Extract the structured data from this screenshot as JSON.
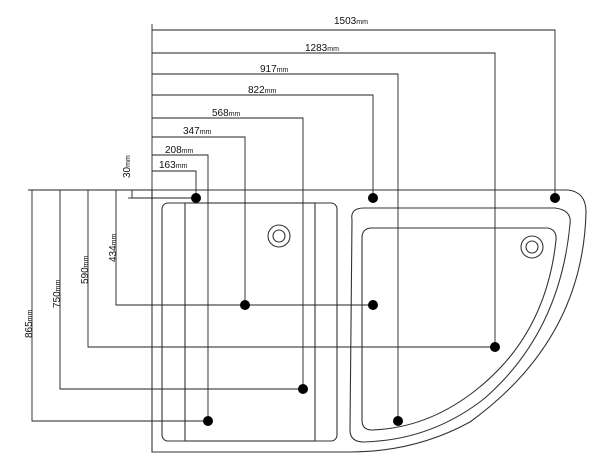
{
  "diagram": {
    "horizontal_dims": [
      {
        "id": "w1503",
        "value": "1503",
        "unit": "mm"
      },
      {
        "id": "w1283",
        "value": "1283",
        "unit": "mm"
      },
      {
        "id": "w917",
        "value": "917",
        "unit": "mm"
      },
      {
        "id": "w822",
        "value": "822",
        "unit": "mm"
      },
      {
        "id": "w568",
        "value": "568",
        "unit": "mm"
      },
      {
        "id": "w347",
        "value": "347",
        "unit": "mm"
      },
      {
        "id": "w208",
        "value": "208",
        "unit": "mm"
      },
      {
        "id": "w163",
        "value": "163",
        "unit": "mm"
      }
    ],
    "vertical_dims": [
      {
        "id": "h30",
        "value": "30",
        "unit": "mm"
      },
      {
        "id": "h434",
        "value": "434",
        "unit": "mm"
      },
      {
        "id": "h590",
        "value": "590",
        "unit": "mm"
      },
      {
        "id": "h750",
        "value": "750",
        "unit": "mm"
      },
      {
        "id": "h865",
        "value": "865",
        "unit": "mm"
      }
    ]
  }
}
